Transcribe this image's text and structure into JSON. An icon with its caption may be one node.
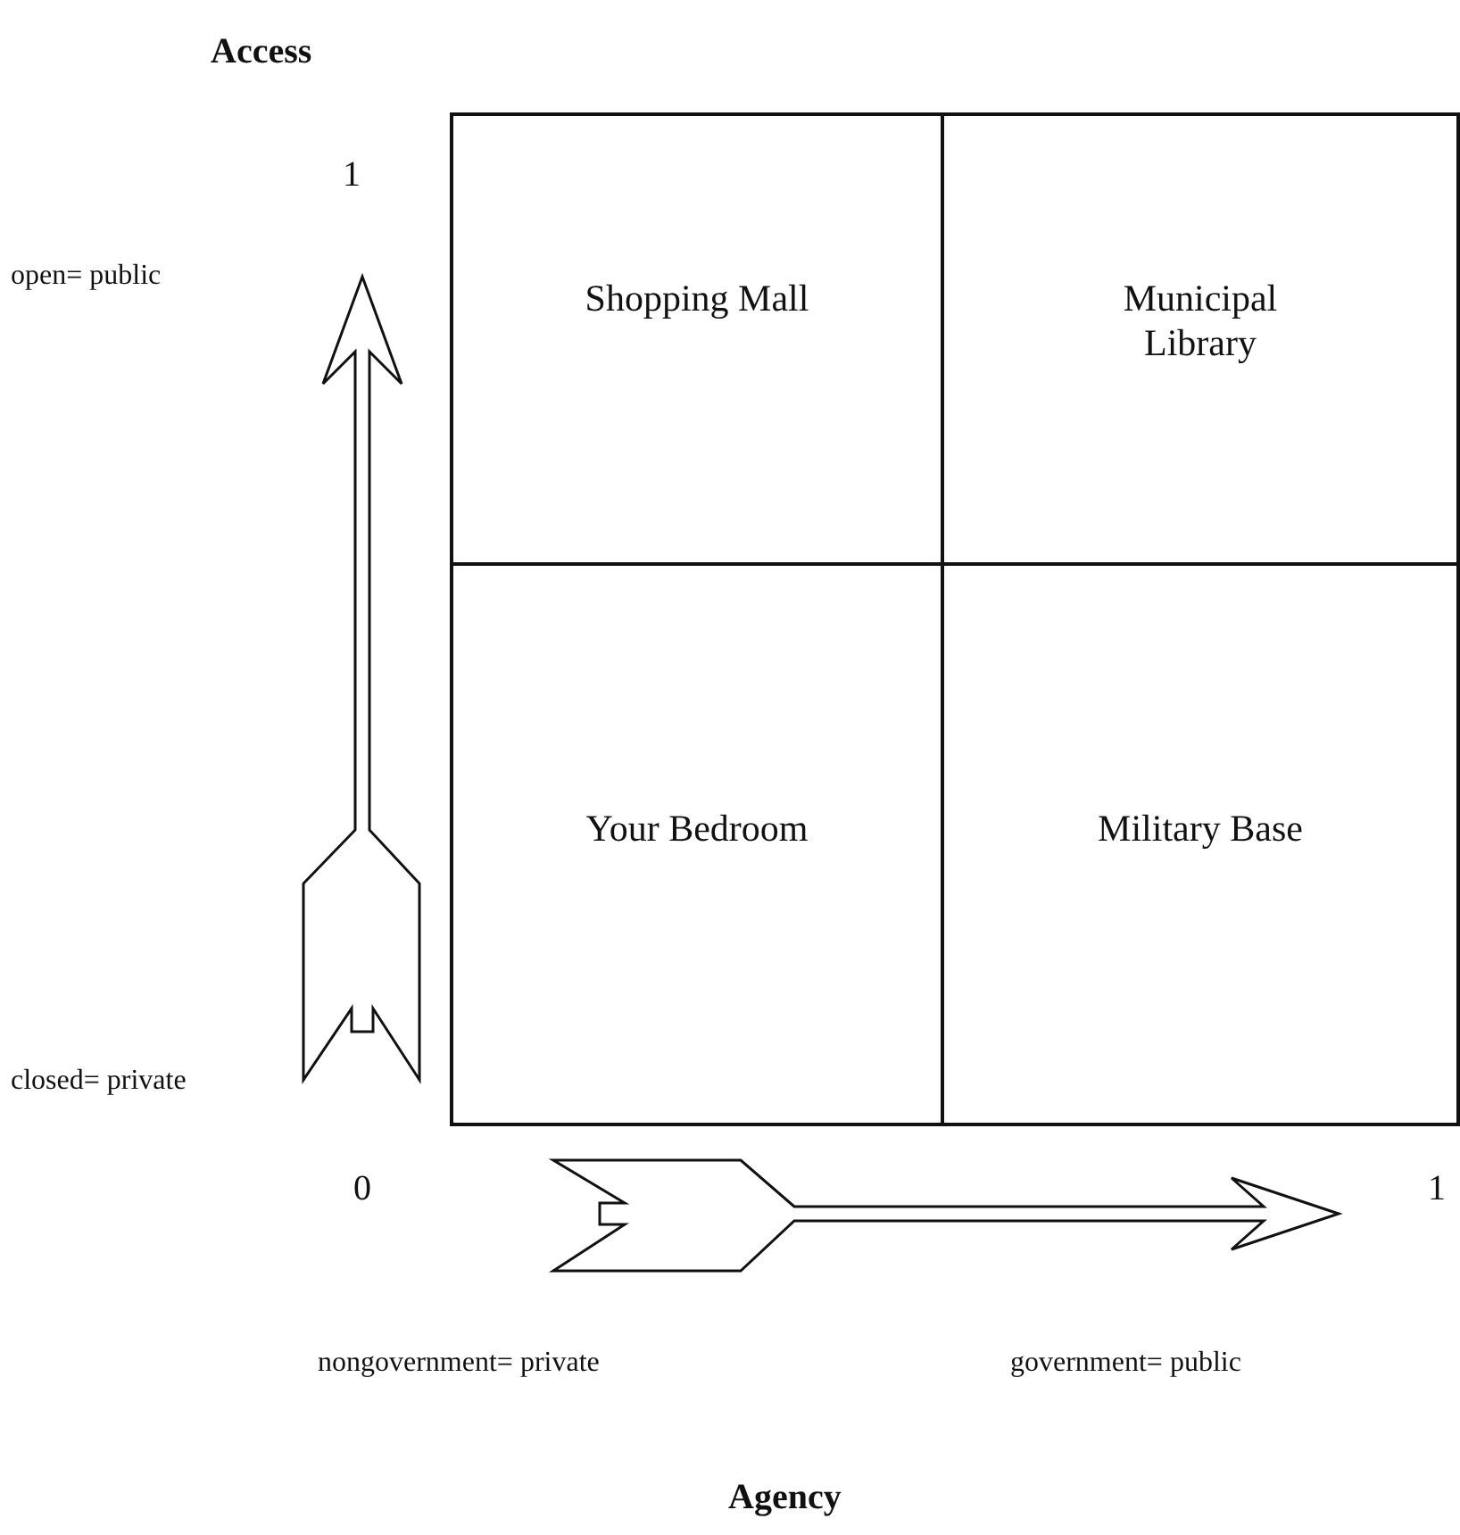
{
  "diagram": {
    "nodes": [
      {
        "text": [
          "Shopping Mall"
        ]
      },
      {
        "text": [
          "Municipal Library"
        ]
      },
      {
        "text": [
          "Your Bedroom"
        ]
      },
      {
        "text": [
          "Military Base"
        ]
      }
    ],
    "labels": [
      "Access",
      "1",
      "open= public",
      "closed= private",
      "0",
      "1",
      "nongovernment= private",
      "government= public",
      "Agency"
    ]
  }
}
